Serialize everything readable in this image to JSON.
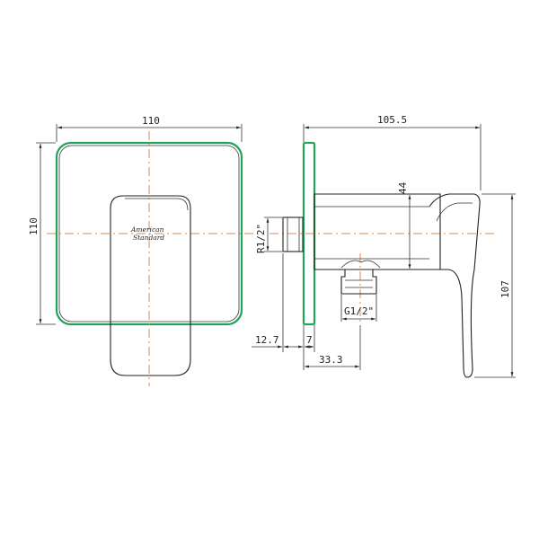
{
  "front_view": {
    "width_dim": "110",
    "height_dim": "110",
    "logo_line1": "American",
    "logo_line2": "Standard"
  },
  "side_view": {
    "length_dim": "105.5",
    "body_height_dim": "44",
    "handle_height_dim": "107",
    "inlet_thread": "R1/2\"",
    "outlet_thread": "G1/2\"",
    "dim_12_7": "12.7",
    "dim_7": "7",
    "dim_33_3": "33.3"
  },
  "colors": {
    "outline": "#22a35a",
    "centerline": "#d9895a",
    "ink": "#222222"
  }
}
